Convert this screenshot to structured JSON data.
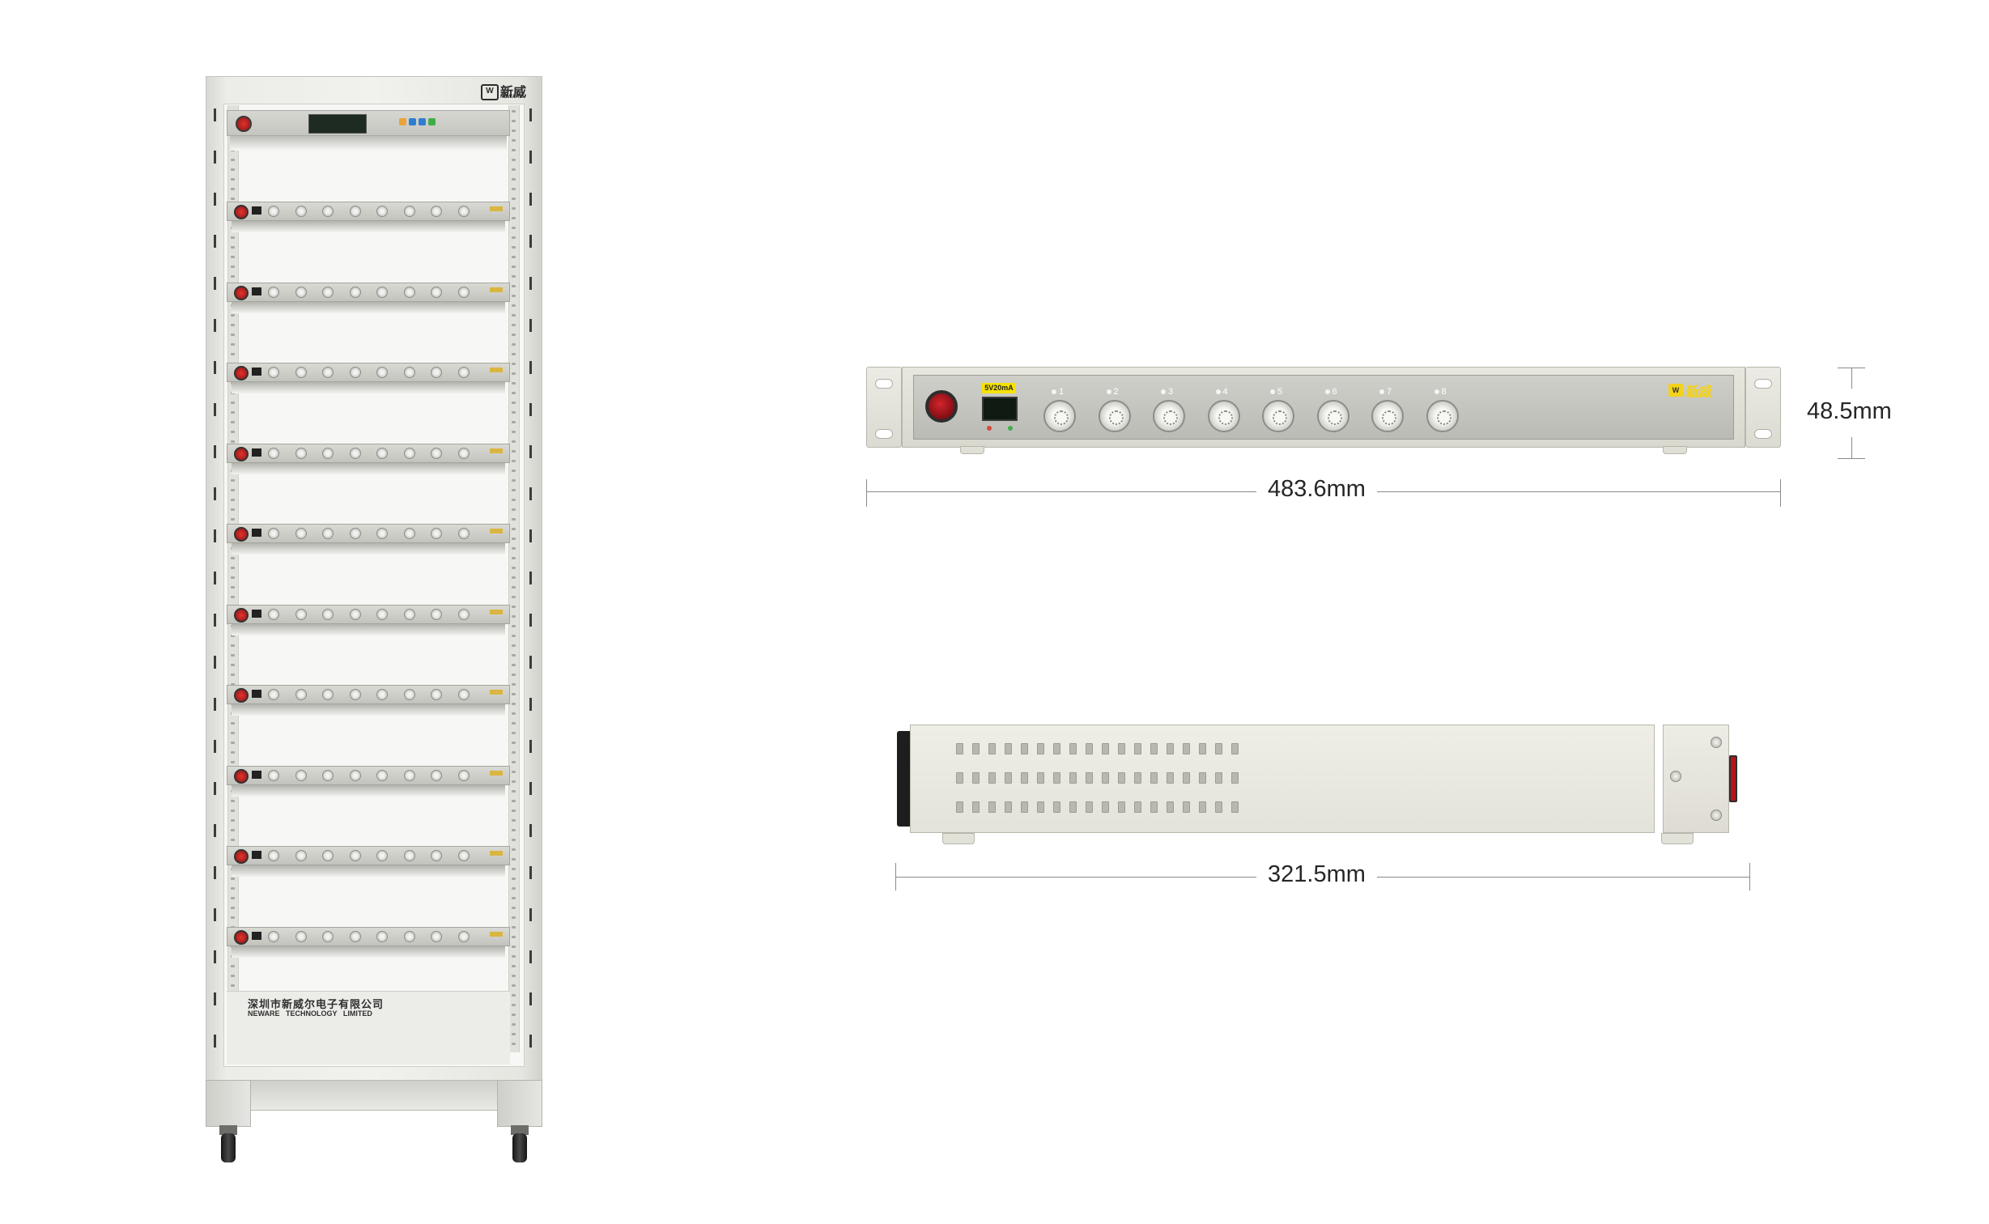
{
  "rack": {
    "logo_cn": "新威",
    "logo_en": "NEWARE",
    "company_cn": "深圳市新威尔电子有限公司",
    "company_en": "NEWARE TECHNOLOGY LIMITED",
    "module_count": 11,
    "ports_per_module": 8
  },
  "front_unit": {
    "range_label": "5V20mA",
    "channels": [
      "1",
      "2",
      "3",
      "4",
      "5",
      "6",
      "7",
      "8"
    ],
    "logo_cn": "新威",
    "logo_en": "NEWARE",
    "colors": {
      "panel": "#c4c4be",
      "power_button": "#c81f25",
      "label_chip": "#f6e200"
    }
  },
  "dimensions": {
    "height": "48.5mm",
    "width": "483.6mm",
    "depth": "321.5mm"
  }
}
